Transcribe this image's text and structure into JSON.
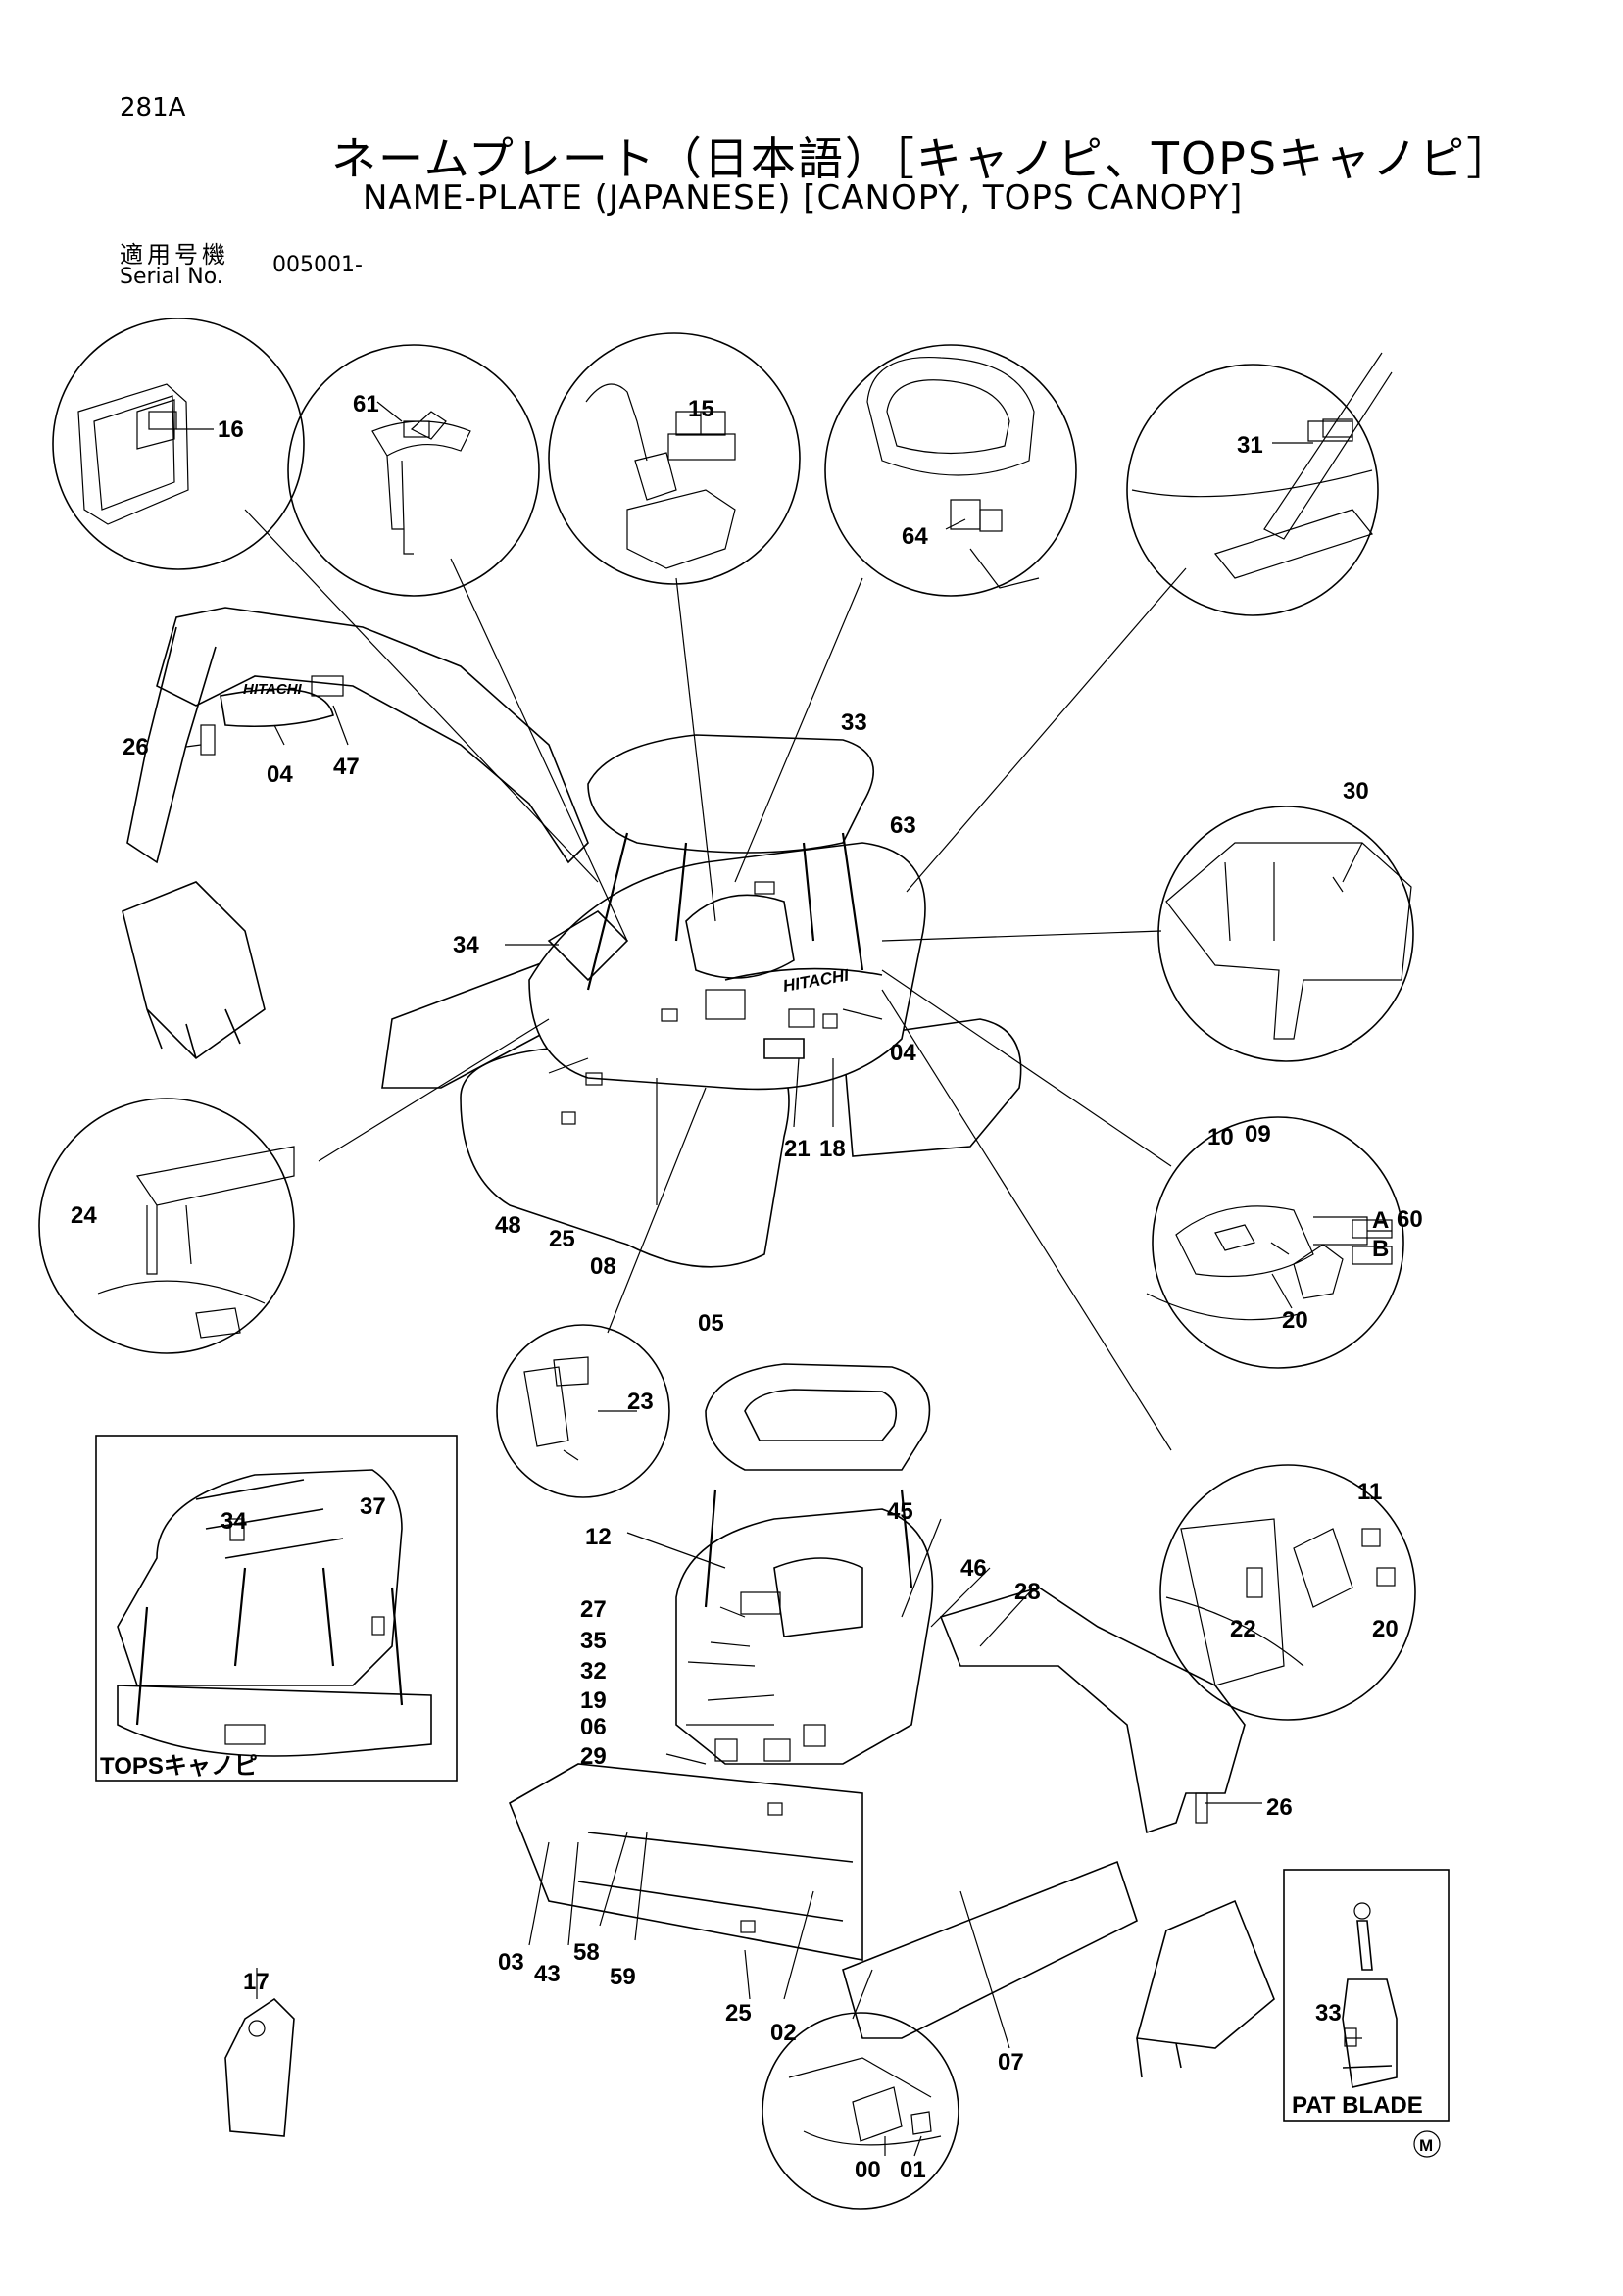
{
  "header": {
    "page_code": "281A",
    "title_ja": "ネームプレート（日本語）［キャノピ、TOPSキャノピ］",
    "title_en": "NAME-PLATE (JAPANESE) [CANOPY, TOPS CANOPY]",
    "serial_label_ja": "適用号機",
    "serial_label_en": "Serial No.",
    "serial_value": "005001-"
  },
  "labels": {
    "boom_hitachi": "HITACHI",
    "body_hitachi": "HITACHI",
    "tops_box": "TOPSキャノピ",
    "pat_box": "PAT BLADE",
    "sub_a": "A",
    "sub_b": "B",
    "mark": "M"
  },
  "callouts": {
    "c16": "16",
    "c61": "61",
    "c15": "15",
    "c64": "64",
    "c31": "31",
    "c26a": "26",
    "c04a": "04",
    "c47": "47",
    "c33a": "33",
    "c63": "63",
    "c30": "30",
    "c34a": "34",
    "c04b": "04",
    "c10": "10",
    "c09": "09",
    "c60": "60",
    "c20a": "20",
    "c24": "24",
    "c48": "48",
    "c25a": "25",
    "c08": "08",
    "c05": "05",
    "c21": "21",
    "c18": "18",
    "c23": "23",
    "c34b": "34",
    "c37": "37",
    "c11": "11",
    "c22": "22",
    "c20b": "20",
    "c12": "12",
    "c45": "45",
    "c46": "46",
    "c27": "27",
    "c28": "28",
    "c35": "35",
    "c32": "32",
    "c19": "19",
    "c06": "06",
    "c29": "29",
    "c26b": "26",
    "c03": "03",
    "c43": "43",
    "c58": "58",
    "c59": "59",
    "c25b": "25",
    "c02": "02",
    "c07": "07",
    "c17": "17",
    "c33b": "33",
    "c00": "00",
    "c01": "01"
  }
}
